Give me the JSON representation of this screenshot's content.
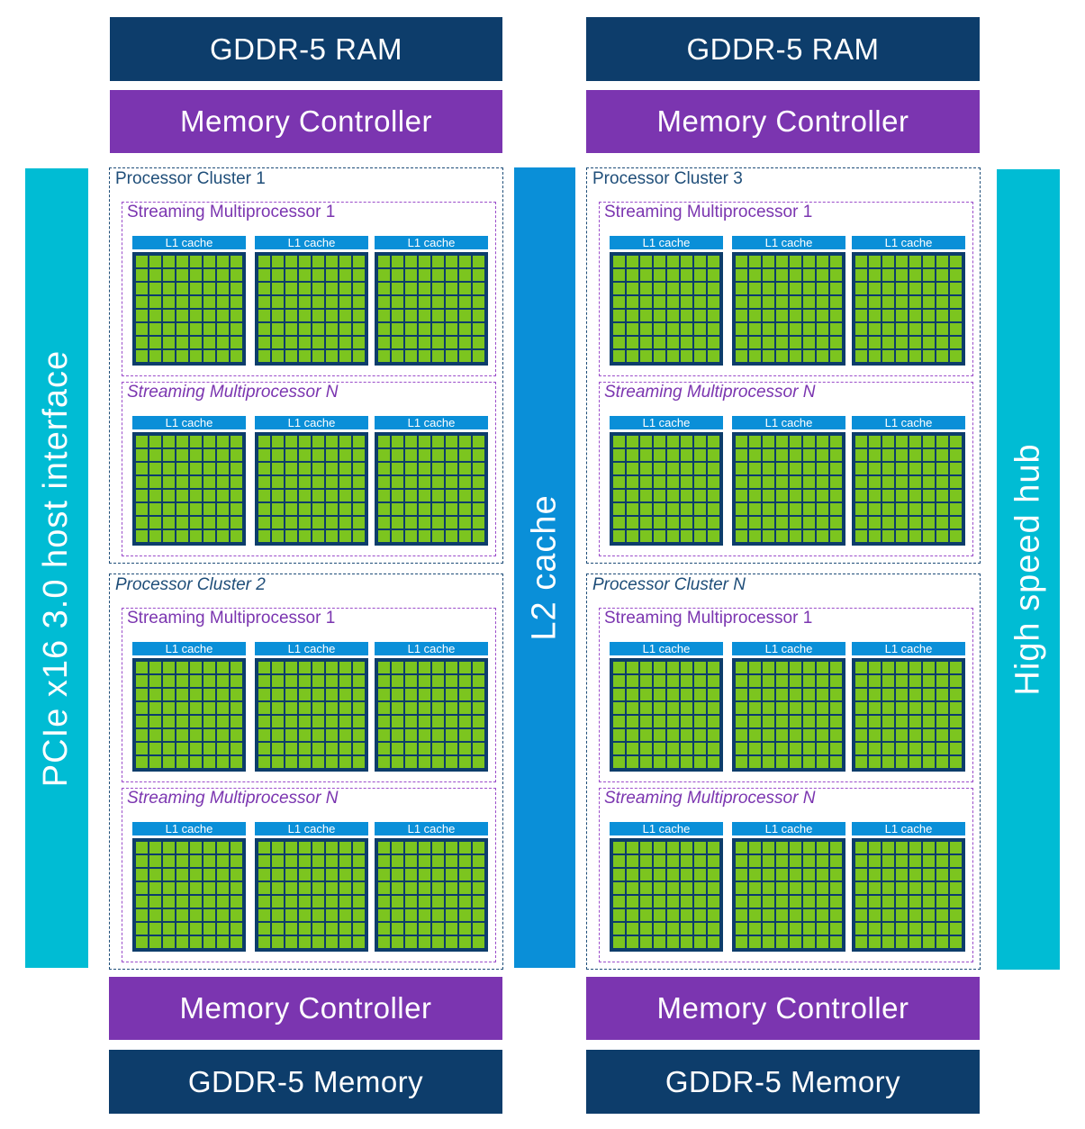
{
  "colors": {
    "ram": "#0d3d6b",
    "memory_controller": "#7b35b0",
    "pcie": "#00bcd4",
    "l2_cache": "#0a8fd8",
    "hub": "#00bcd4",
    "core": "#7cc51f",
    "l1_cache": "#0a8fd8"
  },
  "top": {
    "left": {
      "ram": "GDDR-5 RAM",
      "controller": "Memory Controller"
    },
    "right": {
      "ram": "GDDR-5 RAM",
      "controller": "Memory Controller"
    }
  },
  "bottom": {
    "left": {
      "controller": "Memory Controller",
      "memory": "GDDR-5 Memory"
    },
    "right": {
      "controller": "Memory Controller",
      "memory": "GDDR-5 Memory"
    }
  },
  "pcie_label": "PCIe x16 3.0 host interface",
  "l2_label": "L2 cache",
  "hub_label": "High speed hub",
  "l1_label": "L1 cache",
  "clusters": [
    {
      "label": "Processor Cluster 1",
      "italic": false,
      "sms": [
        {
          "prefix": "Streaming Multiprocessor ",
          "suffix": "1",
          "suffix_italic": false
        },
        {
          "prefix": "Streaming Multiprocessor ",
          "suffix": "N",
          "suffix_italic": true
        }
      ]
    },
    {
      "label": "Processor Cluster 2",
      "italic": true,
      "sms": [
        {
          "prefix": "Streaming Multiprocessor ",
          "suffix": "1",
          "suffix_italic": false
        },
        {
          "prefix": "Streaming Multiprocessor ",
          "suffix": "N",
          "suffix_italic": true
        }
      ]
    },
    {
      "label": "Processor Cluster 3",
      "italic": false,
      "sms": [
        {
          "prefix": "Streaming Multiprocessor ",
          "suffix": "1",
          "suffix_italic": false
        },
        {
          "prefix": "Streaming Multiprocessor ",
          "suffix": "N",
          "suffix_italic": true
        }
      ]
    },
    {
      "label": "Processor Cluster N",
      "italic": true,
      "sms": [
        {
          "prefix": "Streaming Multiprocessor ",
          "suffix": "1",
          "suffix_italic": false
        },
        {
          "prefix": "Streaming Multiprocessor ",
          "suffix": "N",
          "suffix_italic": true
        }
      ]
    }
  ]
}
